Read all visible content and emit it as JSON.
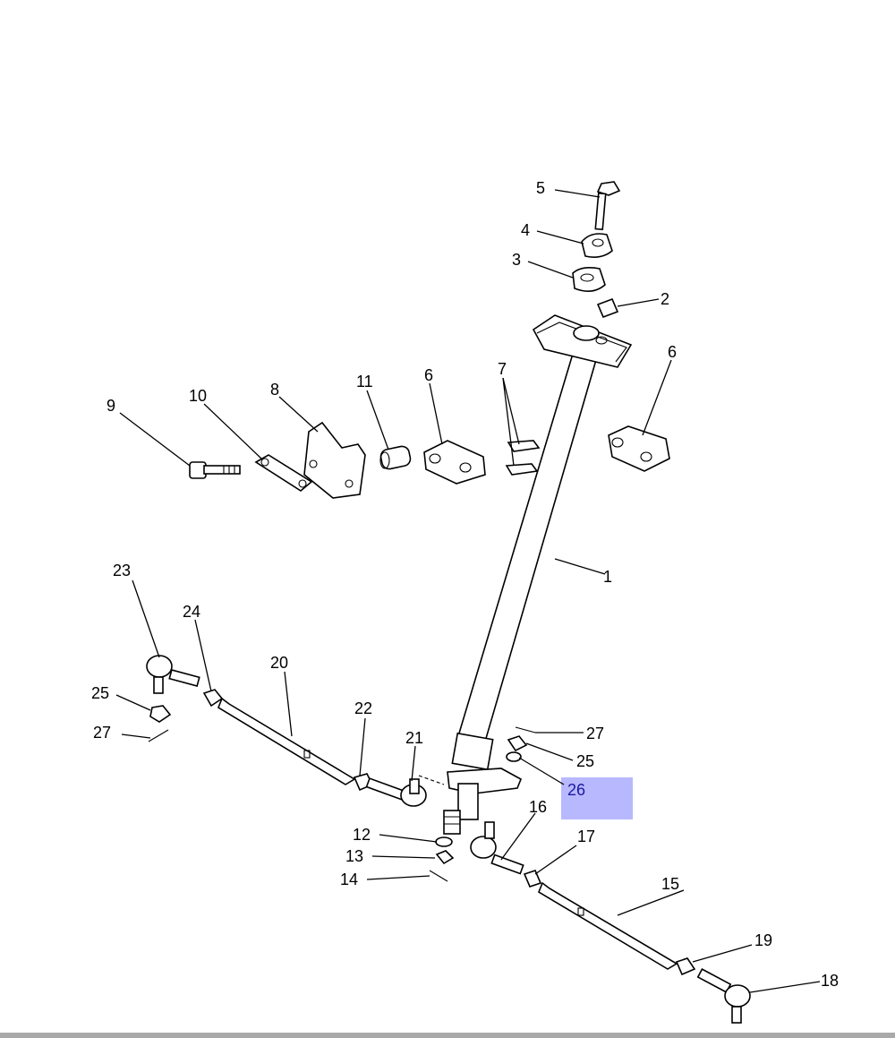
{
  "highlight": {
    "part_number": "26",
    "color": "#b8b8ff"
  },
  "labels": {
    "l1": "1",
    "l2": "2",
    "l3": "3",
    "l4": "4",
    "l5": "5",
    "l6a": "6",
    "l6b": "6",
    "l7": "7",
    "l8": "8",
    "l9": "9",
    "l10": "10",
    "l11": "11",
    "l12": "12",
    "l13": "13",
    "l14": "14",
    "l15": "15",
    "l16": "16",
    "l17": "17",
    "l18": "18",
    "l19": "19",
    "l20": "20",
    "l21": "21",
    "l22": "22",
    "l23": "23",
    "l24": "24",
    "l25a": "25",
    "l25b": "25",
    "l27a": "27",
    "l27b": "27"
  }
}
